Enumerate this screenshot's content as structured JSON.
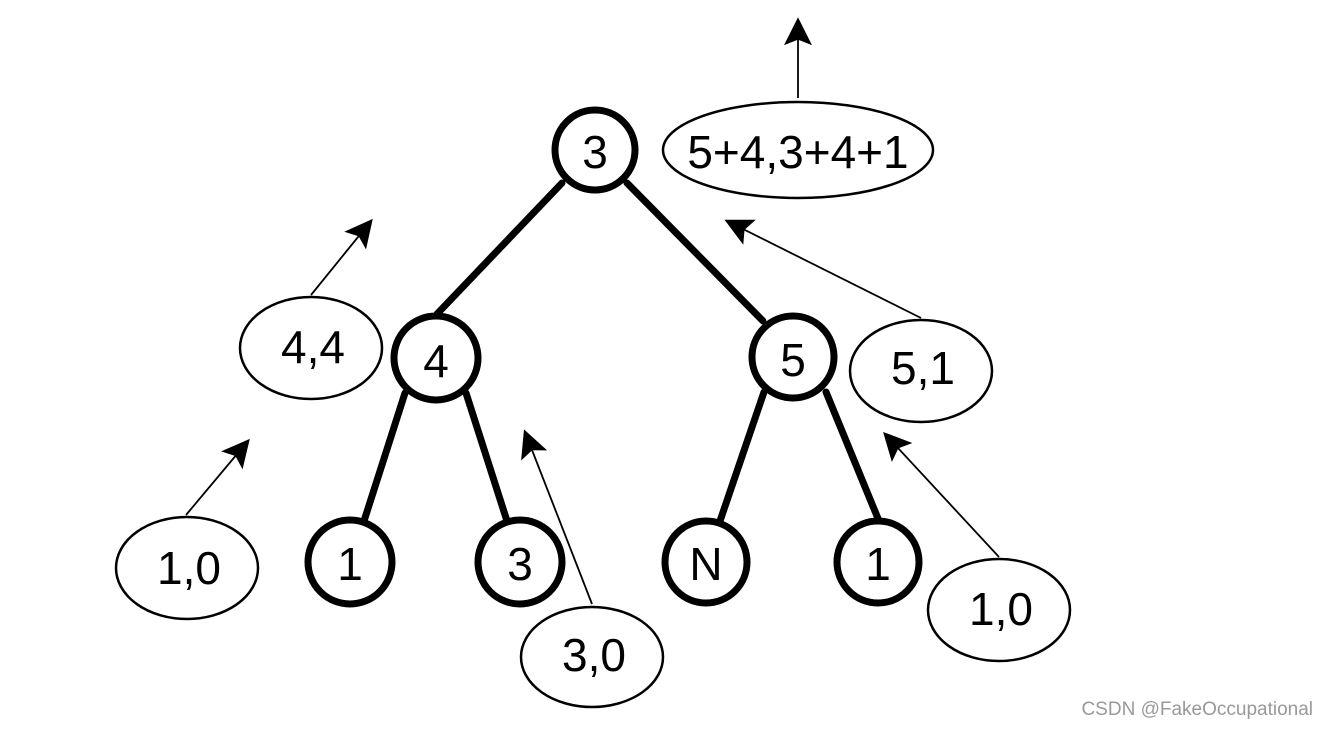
{
  "tree": {
    "root": {
      "label": "3"
    },
    "left": {
      "label": "4"
    },
    "right": {
      "label": "5"
    },
    "left_left": {
      "label": "1"
    },
    "left_right": {
      "label": "3"
    },
    "right_left": {
      "label": "N"
    },
    "right_right": {
      "label": "1"
    }
  },
  "annotations": {
    "root": "5+4,3+4+1",
    "left": "4,4",
    "right": "5,1",
    "left_left": "1,0",
    "left_right": "3,0",
    "right_right": "1,0"
  },
  "watermark": "CSDN @FakeOccupational"
}
